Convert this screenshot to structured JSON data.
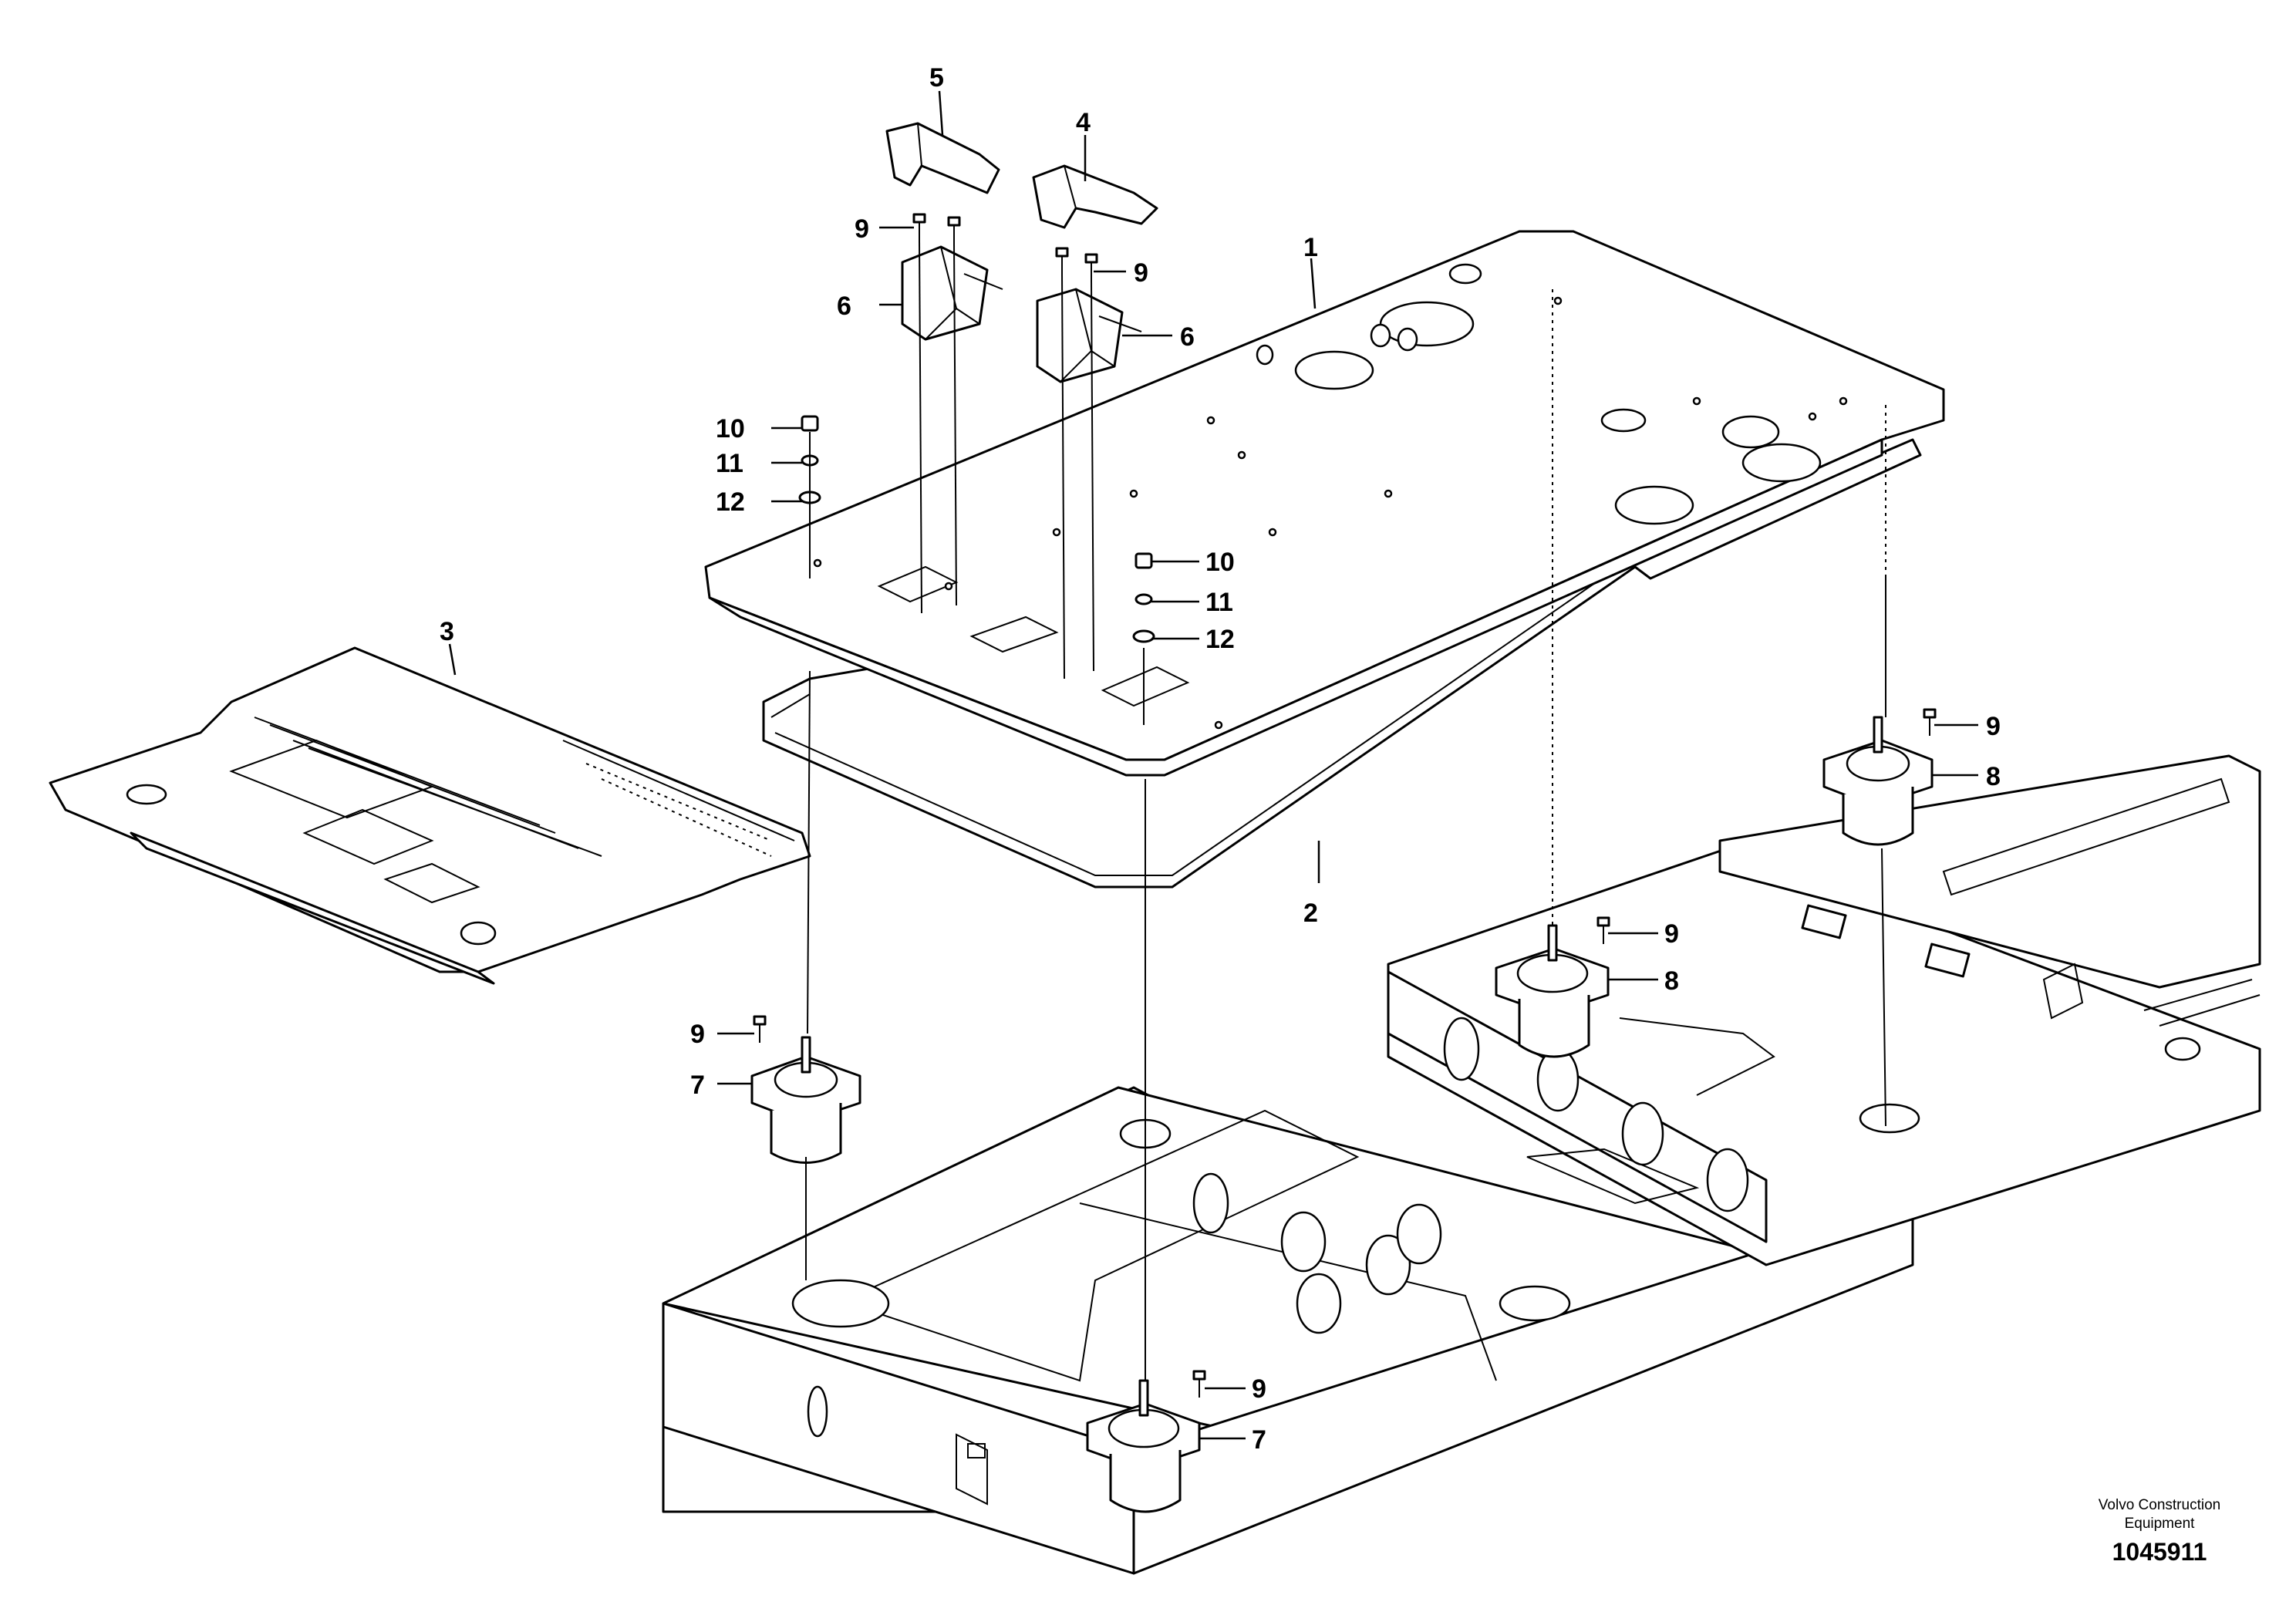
{
  "callouts": {
    "c1": "1",
    "c2": "2",
    "c3": "3",
    "c4": "4",
    "c5": "5",
    "c6a": "6",
    "c6b": "6",
    "c7a": "7",
    "c7b": "7",
    "c8a": "8",
    "c8b": "8",
    "c9a": "9",
    "c9b": "9",
    "c9c": "9",
    "c9d": "9",
    "c9e": "9",
    "c9f": "9",
    "c10a": "10",
    "c10b": "10",
    "c11a": "11",
    "c11b": "11",
    "c12a": "12",
    "c12b": "12"
  },
  "footer": {
    "brand_line1": "Volvo Construction",
    "brand_line2": "Equipment",
    "drawing_number": "1045911"
  }
}
